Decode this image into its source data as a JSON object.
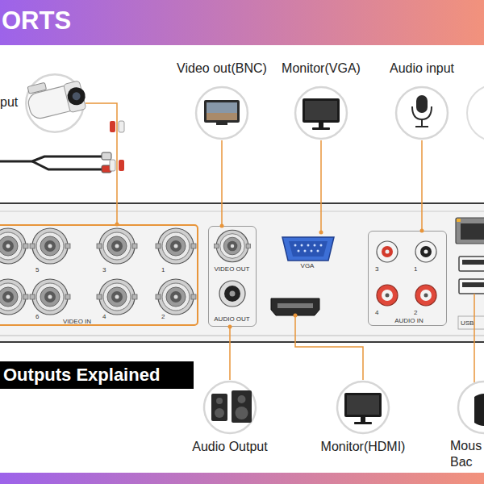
{
  "diagram": {
    "title": "ORTS",
    "nodes": [
      {
        "text": [
          "put"
        ]
      },
      {
        "text": [
          "Video out(BNC)"
        ]
      },
      {
        "text": [
          "Monitor(VGA)"
        ]
      },
      {
        "text": [
          "Audio input"
        ]
      },
      {
        "text": [
          "5",
          "3",
          "1",
          "6",
          "4",
          "2",
          "VIDEO IN"
        ]
      },
      {
        "text": [
          "VIDEO OUT",
          "AUDIO OUT"
        ]
      },
      {
        "text": [
          "VGA"
        ]
      },
      {
        "text": [
          "3",
          "1",
          "4",
          "2",
          "AUDIO IN"
        ]
      },
      {
        "text": [
          "Outputs Explained"
        ]
      },
      {
        "text": [
          "Audio Output"
        ]
      },
      {
        "text": [
          "Monitor(HDMI)"
        ]
      },
      {
        "text": [
          "Mous Bac"
        ]
      }
    ],
    "edges": [
      {
        "from": 0,
        "to": 4,
        "arrow": "none"
      },
      {
        "from": 1,
        "to": 5,
        "arrow": "none"
      },
      {
        "from": 2,
        "to": 6,
        "arrow": "none"
      },
      {
        "from": 3,
        "to": 7,
        "arrow": "none"
      },
      {
        "from": 9,
        "to": 5,
        "arrow": "none"
      }
    ],
    "labels": [
      "USB"
    ]
  }
}
